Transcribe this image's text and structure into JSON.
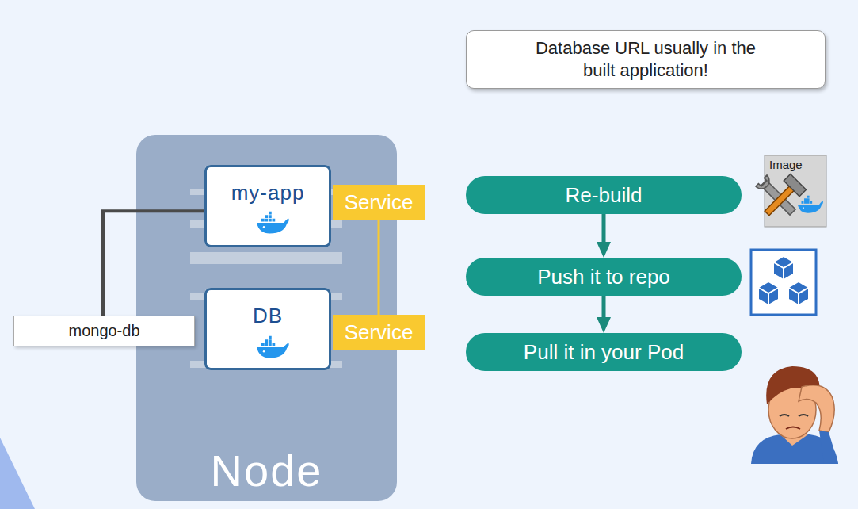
{
  "diagram": {
    "nodes": [
      {
        "text": [
          "Database URL usually in the built application!"
        ]
      },
      {
        "text": [
          "Node"
        ]
      },
      {
        "text": [
          "my-app"
        ],
        "in": 1
      },
      {
        "text": [
          "Service"
        ]
      },
      {
        "text": [
          "DB"
        ],
        "in": 1
      },
      {
        "text": [
          "Service"
        ]
      },
      {
        "text": [
          "mongo-db"
        ]
      },
      {
        "text": [
          "Re-build"
        ]
      },
      {
        "text": [
          "Push it to repo"
        ]
      },
      {
        "text": [
          "Pull it in your Pod"
        ]
      }
    ],
    "edges": [
      {
        "from": 6,
        "to": 2,
        "arrow": "none"
      },
      {
        "from": 3,
        "to": 5,
        "arrow": "none"
      },
      {
        "from": 7,
        "to": 8,
        "arrow": "to"
      },
      {
        "from": 8,
        "to": 9,
        "arrow": "to"
      }
    ],
    "labels": [
      "Image"
    ]
  }
}
